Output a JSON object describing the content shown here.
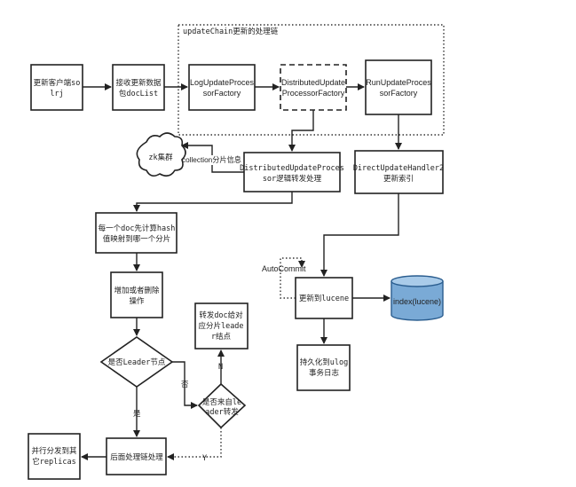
{
  "container_label": "updateChain更新的处理链",
  "nodes": {
    "client": [
      "更新客户端so",
      "lrj"
    ],
    "receive": [
      "接收更新数据",
      "包docList"
    ],
    "log_factory": [
      "LogUpdateProces",
      "sorFactory"
    ],
    "dist_factory": [
      "DistributedUpdate",
      "ProcessorFactory"
    ],
    "run_factory": [
      "RunUpdateProces",
      "sorFactory"
    ],
    "zk": "zk集群",
    "dist_processor": [
      "DistributedUpdateProces",
      "sor逻辑转发处理"
    ],
    "direct_handler": [
      "DirectUpdateHandler2",
      "更新索引"
    ],
    "hash": [
      "每一个doc先计算hash",
      "值映射到哪一个分片"
    ],
    "add_delete": [
      "增加或者删除",
      "操作"
    ],
    "is_leader": "是否Leader节点",
    "forward_leader": [
      "转发doc给对",
      "应分片leade",
      "r结点"
    ],
    "from_leader": [
      "是否来自le",
      "ader转发"
    ],
    "chain_process": "后面处理链处理",
    "replicas": [
      "并行分发到其",
      "它replicas"
    ],
    "lucene": "更新到lucene",
    "index": "index(lucene)",
    "ulog": [
      "持久化到ulog",
      "事务日志"
    ]
  },
  "edge_labels": {
    "collection_info": "collection分片信息",
    "autocommit": "AutoCommit",
    "no_cn": "否",
    "yes_cn": "是",
    "n": "N",
    "y": "Y"
  },
  "colors": {
    "cylinder": "#7aaad6",
    "cylinder_top": "#a9cbe9"
  }
}
